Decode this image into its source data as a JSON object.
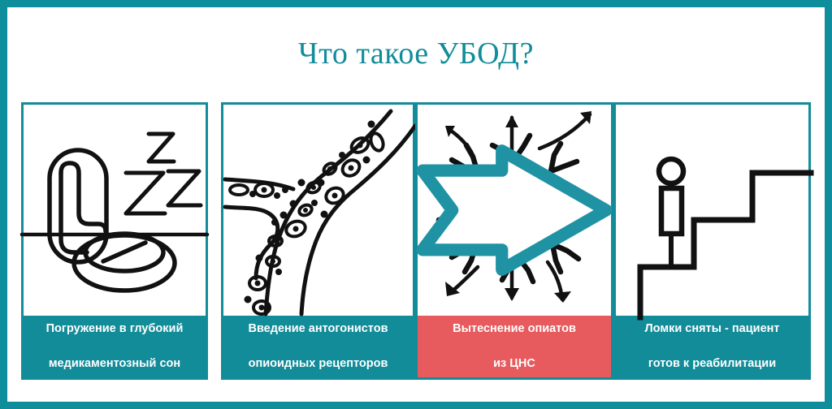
{
  "page": {
    "title": "Что такое УБОД?",
    "background": "#ffffff"
  },
  "colors": {
    "teal": "#128C99",
    "teal_frame": "#0E8D9B",
    "accent_red": "#E75A5E",
    "ink": "#111111",
    "caption_text": "#ffffff"
  },
  "panels": [
    {
      "id": "panel-1",
      "index": 1,
      "caption_line_1": "Погружение в глубокий",
      "caption_line_2": "медикаментозный сон",
      "caption_color": "#128C99",
      "art_name": "sleeping-pill-zzz-illustration",
      "art_elements": [
        "capsule-pill-icon",
        "round-tablet-icon",
        "zzz-sleep-icon",
        "horizon-line"
      ]
    },
    {
      "id": "panel-2",
      "index": 2,
      "caption_line_1": "Введение антогонистов",
      "caption_line_2": "опиоидных рецепторов",
      "caption_color": "#128C99",
      "art_name": "blood-vessel-illustration",
      "art_elements": [
        "branching-vessel-outline",
        "blood-cell-particles"
      ]
    },
    {
      "id": "panel-3",
      "index": 3,
      "caption_line_1": "Вытеснение опиатов",
      "caption_line_2": "из ЦНС",
      "caption_color": "#E75A5E",
      "art_name": "neuron-receptor-illustration",
      "art_elements": [
        "neuron-star-body",
        "nucleus-circle",
        "outgoing-arrows",
        "teal-injection-arrow"
      ]
    },
    {
      "id": "panel-4",
      "index": 4,
      "caption_line_1": "Ломки сняты - пациент",
      "caption_line_2": "готов к реабилитации",
      "caption_color": "#128C99",
      "art_name": "person-on-stairs-illustration",
      "art_elements": [
        "stick-figure-icon",
        "ascending-stairs"
      ]
    }
  ]
}
